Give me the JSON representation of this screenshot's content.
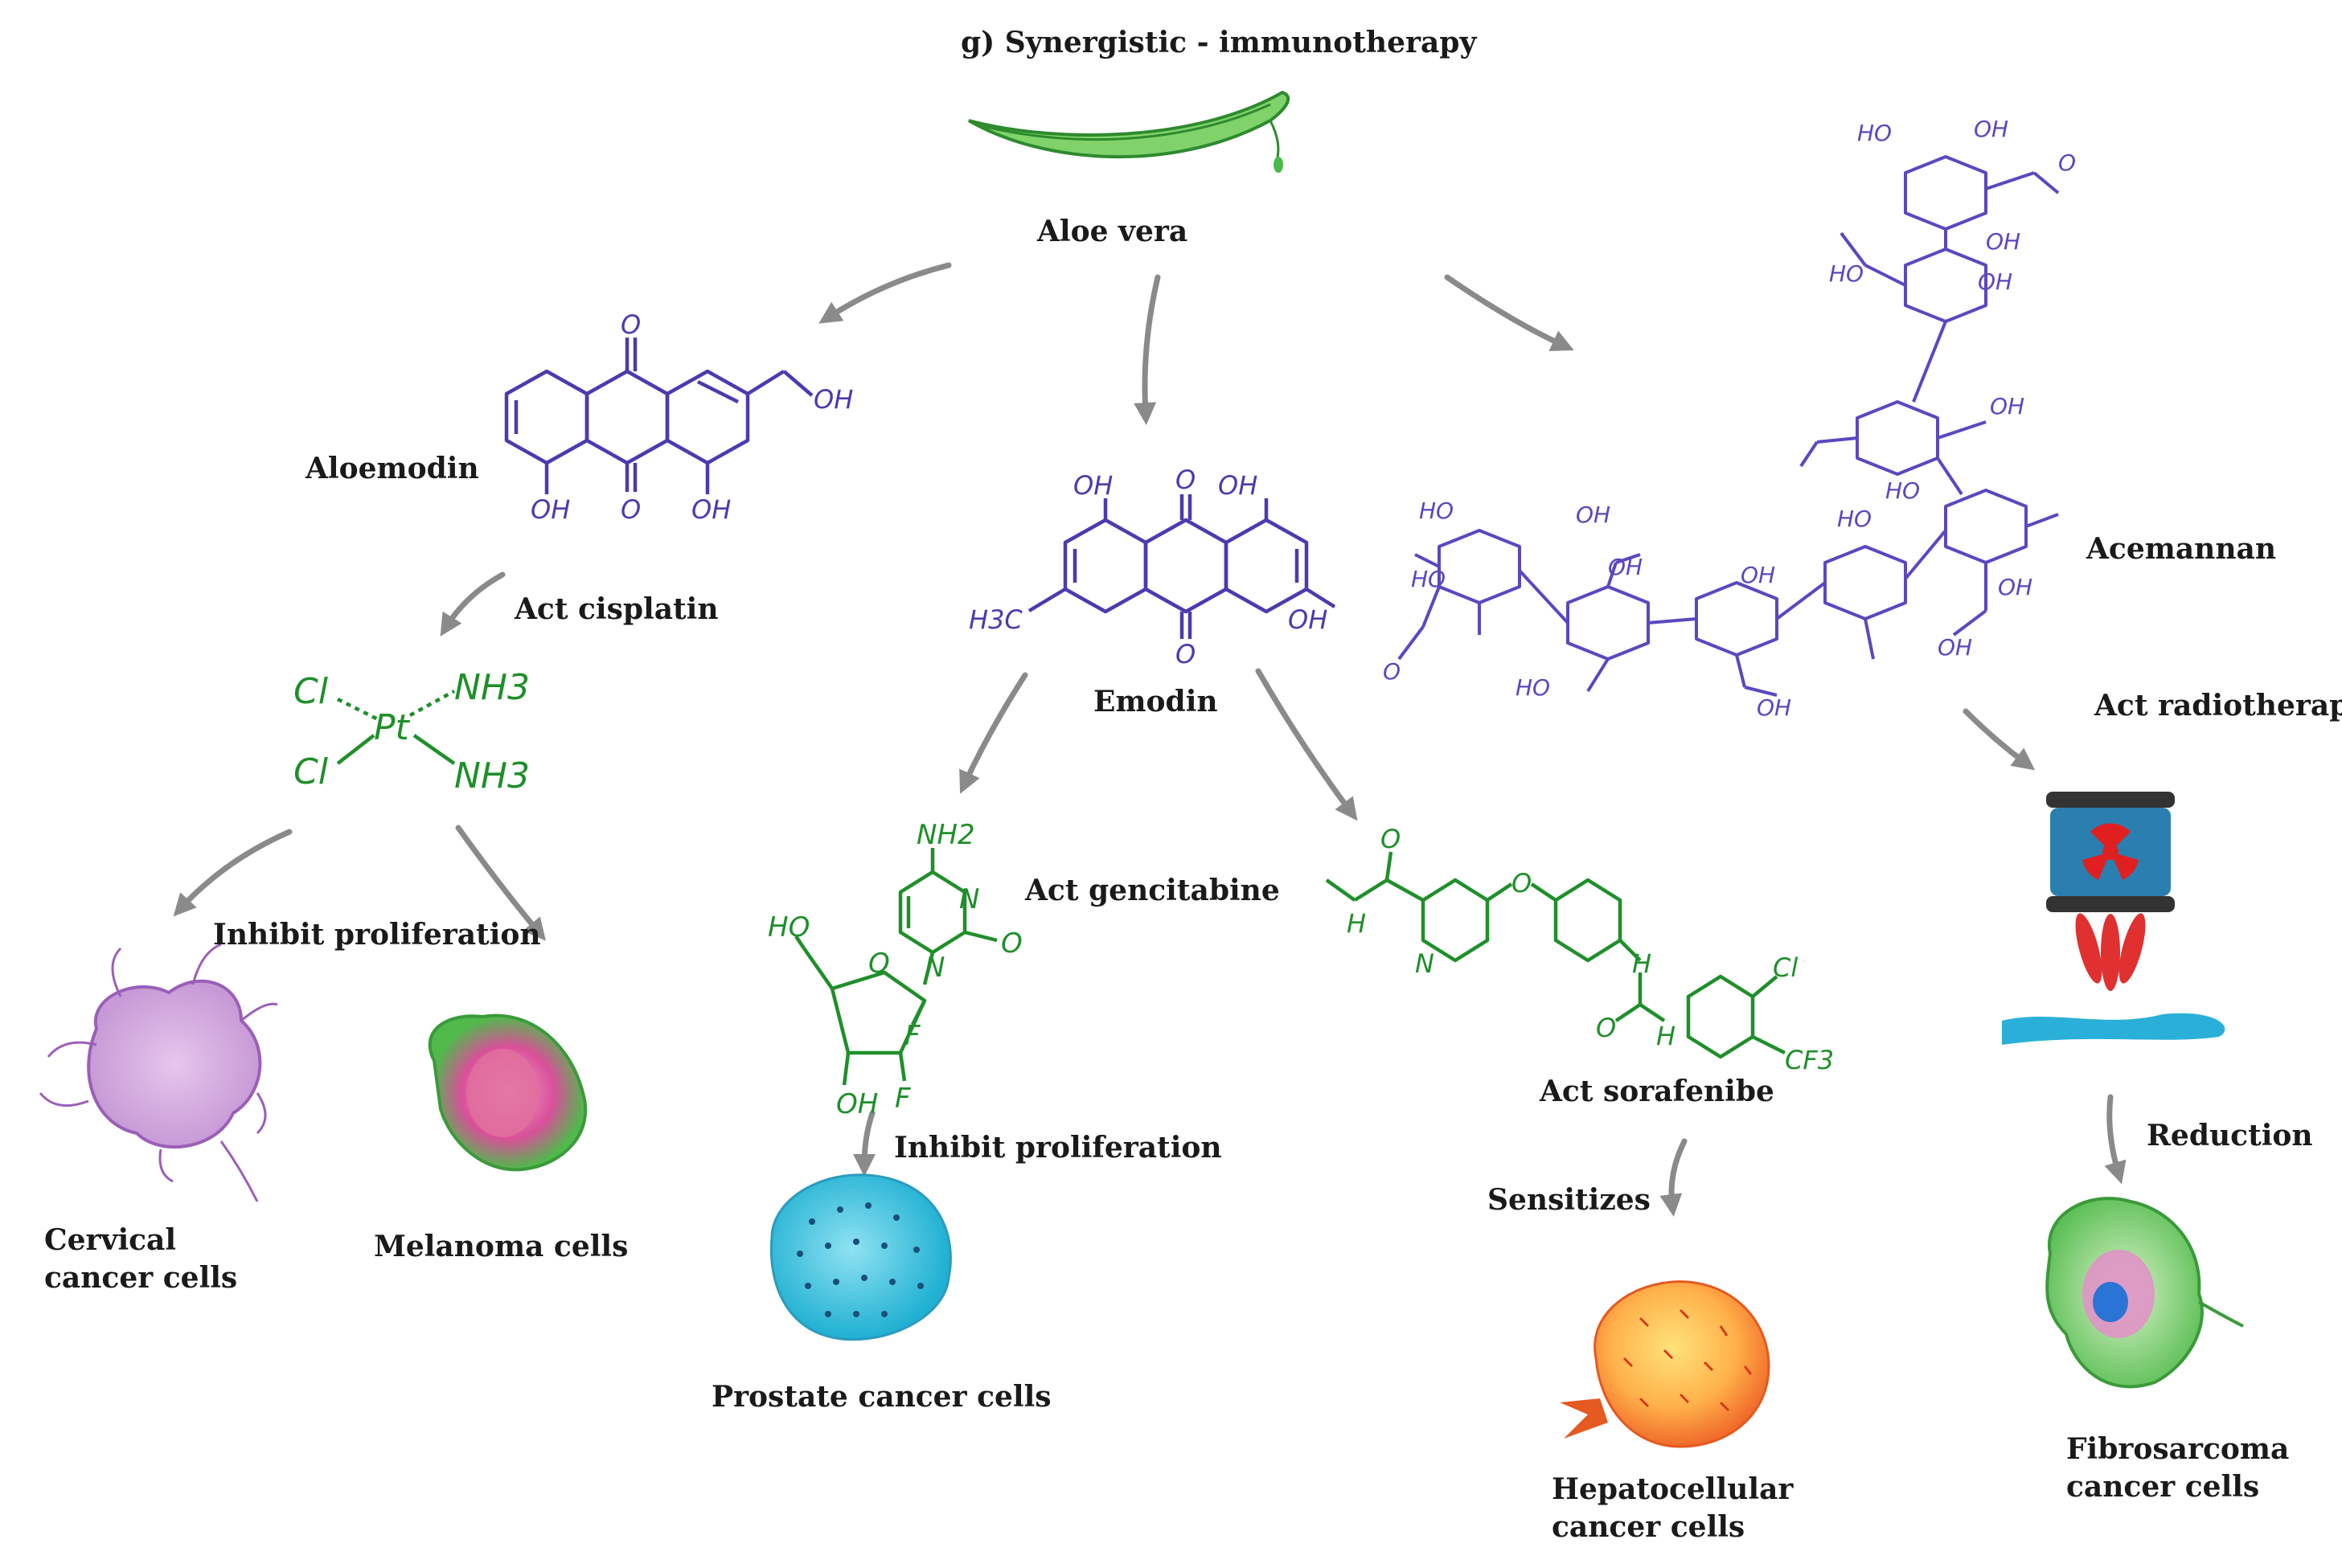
{
  "title": "g) Synergistic - immunotherapy",
  "source": "Aloe vera",
  "compounds": {
    "aloemodin": "Aloemodin",
    "emodin": "Emodin",
    "acemannan": "Acemannan"
  },
  "actions": {
    "act_cisplatin": "Act cisplatin",
    "act_gencitabine": "Act gencitabine",
    "act_sorafenibe": "Act sorafenibe",
    "act_radiotherapy": "Act radiotherapy",
    "inhibit_proliferation_1": "Inhibit proliferation",
    "inhibit_proliferation_2": "Inhibit proliferation",
    "sensitizes": "Sensitizes",
    "reduction": "Reduction"
  },
  "cells": {
    "cervical": "Cervical cancer cells",
    "melanoma": "Melanoma cells",
    "prostate": "Prostate cancer cells",
    "hepatocellular": "Hepatocellular cancer cells",
    "fibrosarcoma": "Fibrosarcoma cancer cells"
  },
  "chem_labels": {
    "oh": "OH",
    "o": "O",
    "h3c": "H3C",
    "cl": "Cl",
    "pt": "Pt",
    "nh3": "NH3",
    "nh2": "NH2",
    "n": "N",
    "f": "F",
    "ho": "HO",
    "h": "H",
    "cf3": "CF3"
  },
  "colors": {
    "molecule_purple": "#4a3bb0",
    "molecule_green": "#1f8f2a",
    "arrow_gray": "#8a8a8a",
    "text": "#1a1a1a"
  }
}
